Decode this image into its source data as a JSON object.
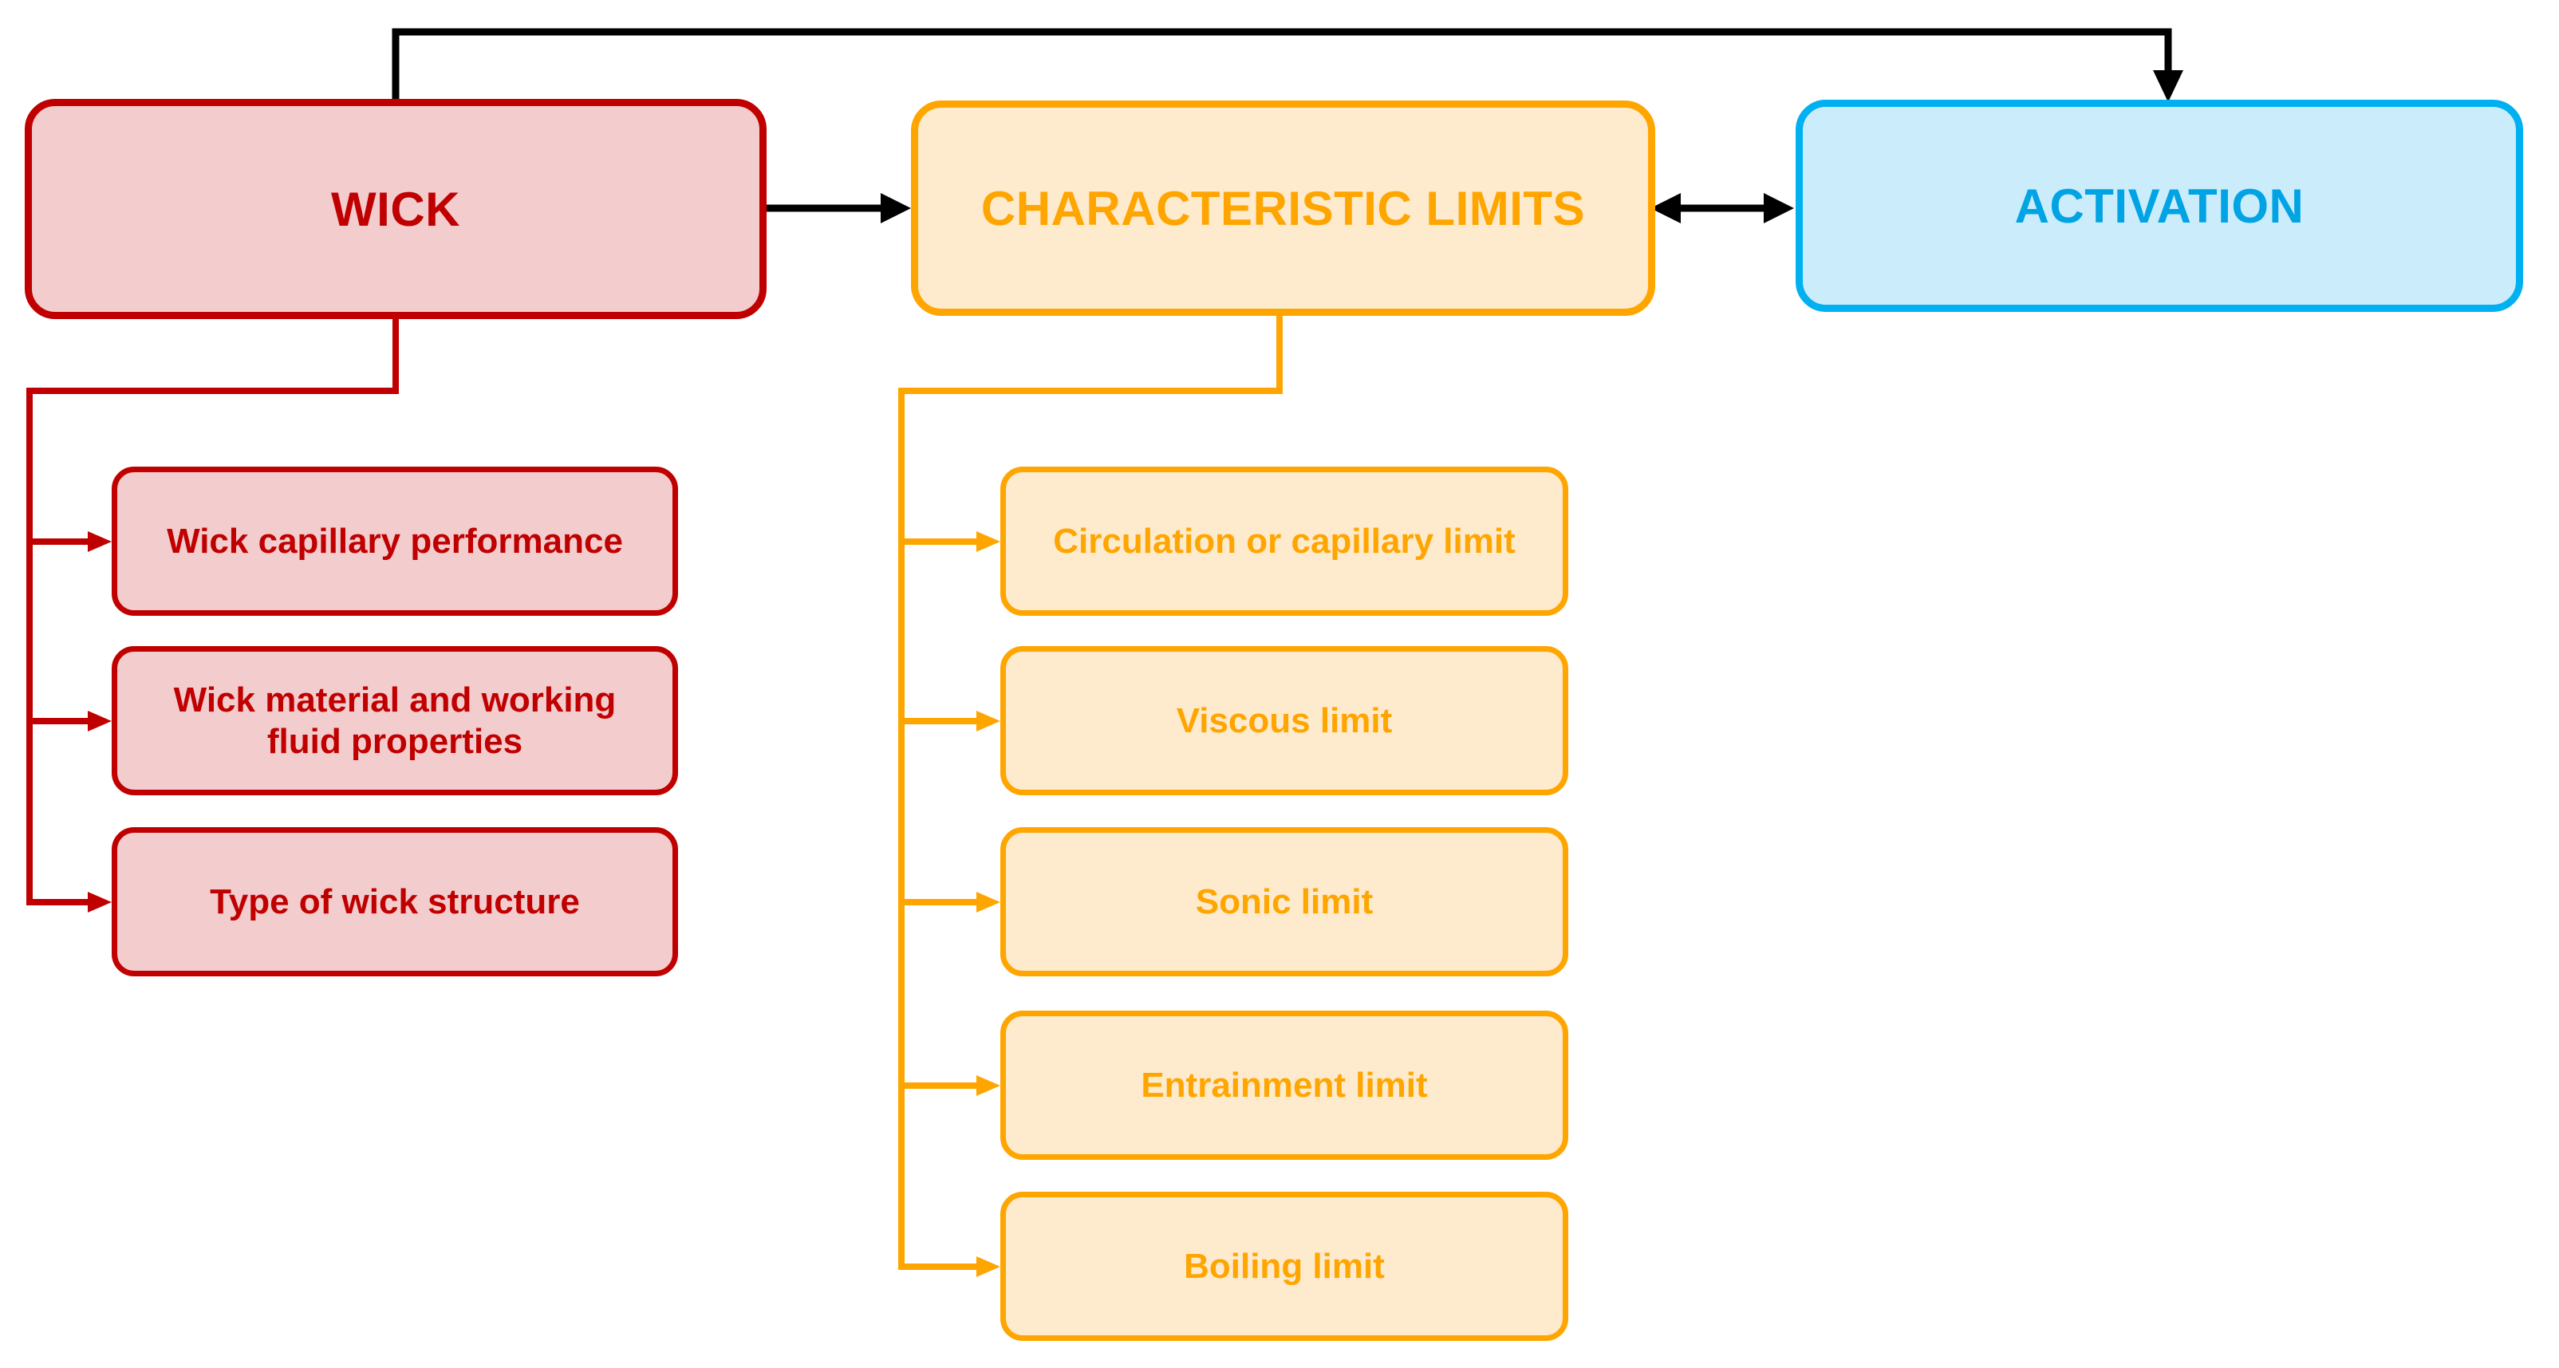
{
  "nodes": {
    "wick": {
      "label": "WICK"
    },
    "characteristic_limits": {
      "label": "CHARACTERISTIC LIMITS"
    },
    "activation": {
      "label": "ACTIVATION"
    }
  },
  "wick_children": [
    {
      "label": "Wick capillary performance"
    },
    {
      "label": "Wick material and working fluid properties"
    },
    {
      "label": "Type of wick structure"
    }
  ],
  "limits_children": [
    {
      "label": "Circulation or capillary limit"
    },
    {
      "label": "Viscous limit"
    },
    {
      "label": "Sonic limit"
    },
    {
      "label": "Entrainment limit"
    },
    {
      "label": "Boiling limit"
    }
  ],
  "colors": {
    "red-border": "#C00000",
    "red-fill": "#F3CCCE",
    "red-text": "#C00000",
    "orange-border": "#FFA500",
    "orange-fill": "#FEEACC",
    "orange-text": "#FFA500",
    "blue-border": "#00B0F0",
    "blue-fill": "#CBECFA",
    "blue-text": "#00A3E4",
    "connector-black": "#000000"
  }
}
